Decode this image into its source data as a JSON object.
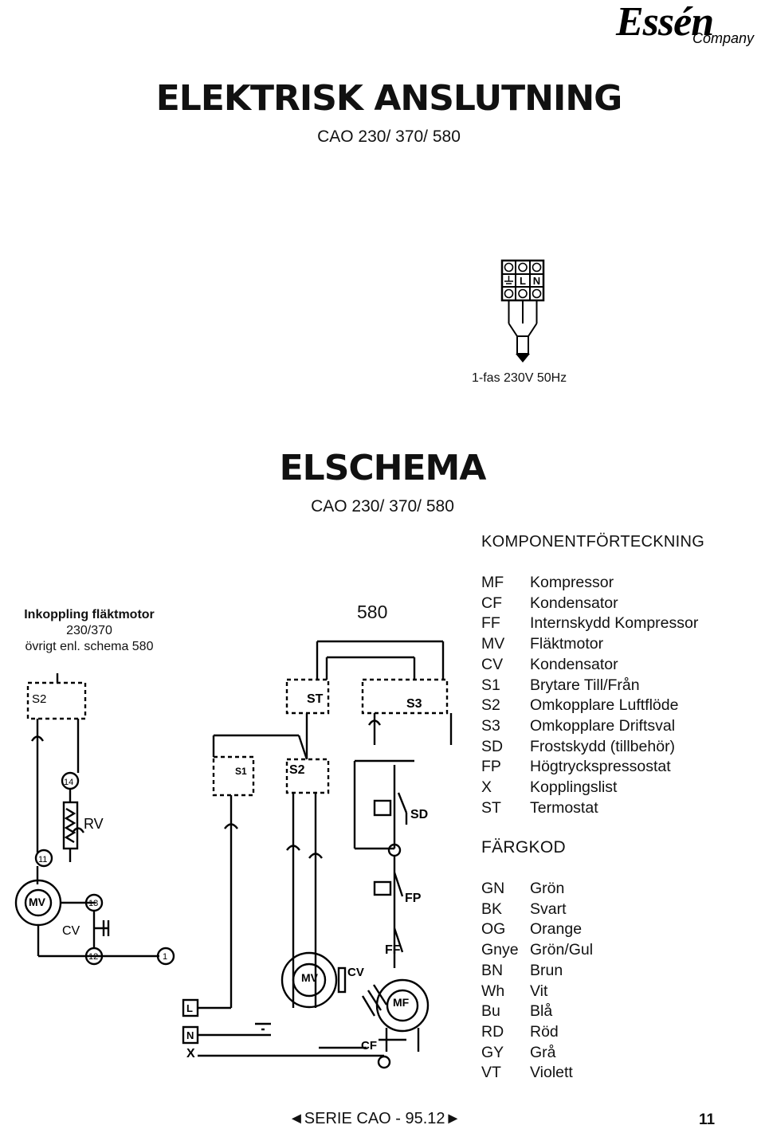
{
  "logo": {
    "main": "Essén",
    "sub": "Company"
  },
  "header": {
    "title": "ELEKTRISK ANSLUTNING",
    "subtitle": "CAO 230/ 370/ 580"
  },
  "terminal": {
    "labels": [
      "L",
      "N"
    ],
    "caption": "1-fas 230V 50Hz"
  },
  "schema": {
    "title": "ELSCHEMA",
    "subtitle": "CAO 230/ 370/ 580"
  },
  "left_note": {
    "line1": "Inkoppling fläktmotor",
    "line2": "230/370",
    "line3": "övrigt enl. schema 580"
  },
  "model_label": "580",
  "components": {
    "header": "KOMPONENTFÖRTECKNING",
    "items": [
      {
        "code": "MF",
        "name": "Kompressor"
      },
      {
        "code": "CF",
        "name": "Kondensator"
      },
      {
        "code": "FF",
        "name": "Internskydd Kompressor"
      },
      {
        "code": "MV",
        "name": "Fläktmotor"
      },
      {
        "code": "CV",
        "name": "Kondensator"
      },
      {
        "code": "S1",
        "name": "Brytare Till/Från"
      },
      {
        "code": "S2",
        "name": "Omkopplare Luftflöde"
      },
      {
        "code": "S3",
        "name": "Omkopplare Driftsval"
      },
      {
        "code": "SD",
        "name": "Frostskydd (tillbehör)"
      },
      {
        "code": "FP",
        "name": "Högtryckspressostat"
      },
      {
        "code": "X",
        "name": "Kopplingslist"
      },
      {
        "code": "ST",
        "name": "Termostat"
      }
    ]
  },
  "colors": {
    "header": "FÄRGKOD",
    "items": [
      {
        "code": "GN",
        "name": "Grön"
      },
      {
        "code": "BK",
        "name": "Svart"
      },
      {
        "code": "OG",
        "name": "Orange"
      },
      {
        "code": "Gnye",
        "name": "Grön/Gul"
      },
      {
        "code": "BN",
        "name": "Brun"
      },
      {
        "code": "Wh",
        "name": "Vit"
      },
      {
        "code": "Bu",
        "name": "Blå"
      },
      {
        "code": "RD",
        "name": "Röd"
      },
      {
        "code": "GY",
        "name": "Grå"
      },
      {
        "code": "VT",
        "name": "Violett"
      }
    ]
  },
  "diagram_labels": {
    "left": {
      "s2": "S2",
      "rv": "RV",
      "mv": "MV",
      "cv": "CV",
      "n14": "14",
      "n11": "11",
      "n13": "13",
      "n12": "12",
      "n1": "1"
    },
    "main": {
      "st": "ST",
      "s1": "S1",
      "s2": "S2",
      "s3": "S3",
      "sd": "SD",
      "fp": "FP",
      "ff": "FF",
      "mv": "MV",
      "mf": "MF",
      "cv": "CV",
      "cf": "CF",
      "l": "L",
      "n": "N",
      "x": "X"
    }
  },
  "footer": {
    "series": "SERIE CAO - 95.12",
    "page": "11"
  }
}
